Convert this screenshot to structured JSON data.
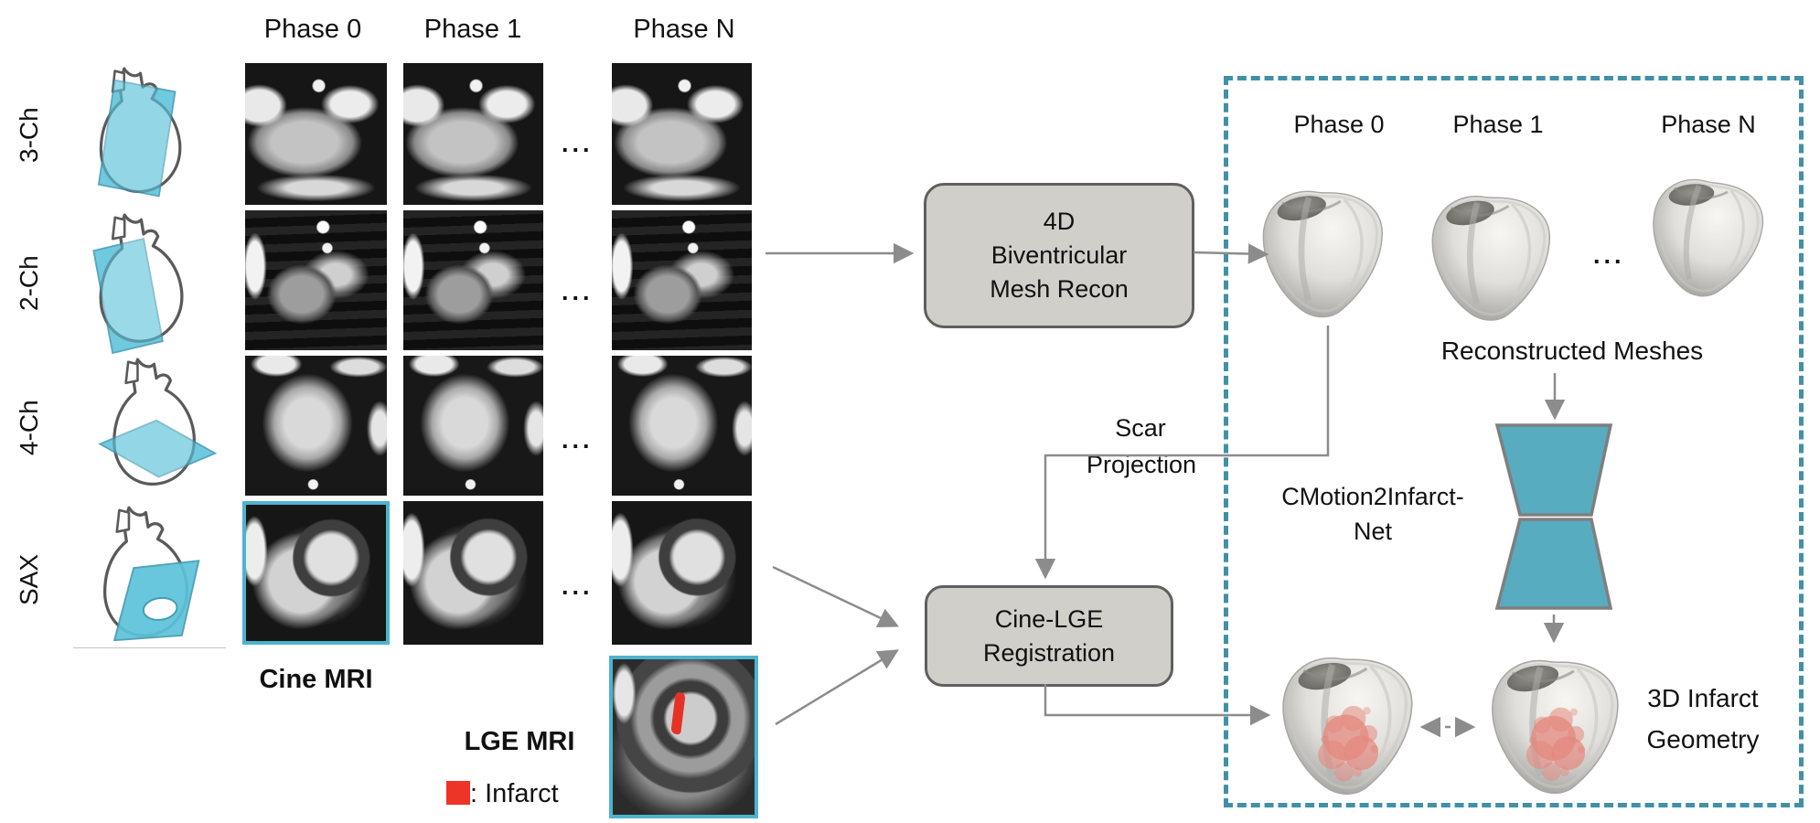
{
  "cine_panel": {
    "col_headers": [
      "Phase 0",
      "Phase 1",
      "Phase N"
    ],
    "rows": [
      {
        "label": "3-Ch"
      },
      {
        "label": "2-Ch"
      },
      {
        "label": "4-Ch"
      },
      {
        "label": "SAX"
      }
    ],
    "ellipsis": "...",
    "cine_caption": "Cine MRI",
    "lge_caption": "LGE MRI",
    "infarct_legend_text": ": Infarct"
  },
  "pipeline": {
    "mesh_recon_box": {
      "line1": "4D",
      "line2": "Biventricular",
      "line3": "Mesh Recon"
    },
    "registration_box": {
      "line1": "Cine-LGE",
      "line2": "Registration"
    },
    "scar_projection": {
      "line1": "Scar",
      "line2": "Projection"
    }
  },
  "result_panel": {
    "phase_headers": [
      "Phase 0",
      "Phase 1",
      "Phase N"
    ],
    "ellipsis": "...",
    "reconstructed_caption": "Reconstructed Meshes",
    "network_name_line1": "CMotion2Infarct-",
    "network_name_line2": "Net",
    "infarct_caption_line1": "3D Infarct",
    "infarct_caption_line2": "Geometry"
  },
  "colors": {
    "plane_cyan": "#5cc3db",
    "dashed_border_teal": "#4190a6",
    "box_fill_gray": "#d0cfca",
    "box_stroke_gray": "#5f5f5f",
    "trapezoid_teal": "#57acc0",
    "arrow_gray": "#8c8c8c",
    "infarct_red": "#ee3426",
    "highlight_cyan_border": "#4db3cf"
  }
}
